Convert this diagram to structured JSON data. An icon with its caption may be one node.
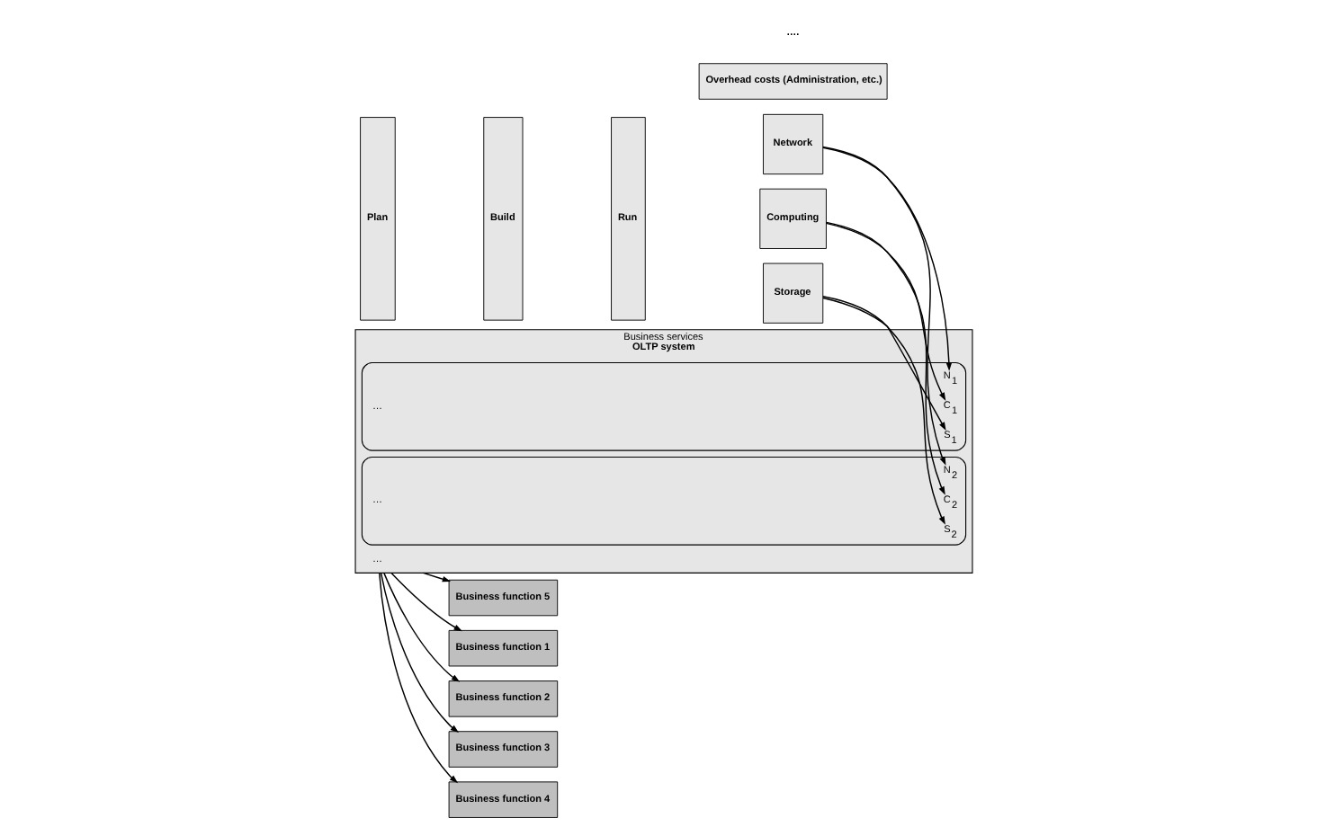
{
  "diagram": {
    "nodes": [
      {
        "text": [
          "Plan"
        ]
      },
      {
        "text": [
          "Build"
        ]
      },
      {
        "text": [
          "Run"
        ]
      },
      {
        "text": [
          "Storage"
        ]
      },
      {
        "text": [
          "Network"
        ]
      },
      {
        "text": [
          "Computing"
        ]
      },
      {
        "text": [
          "Overhead costs (Administration, etc.)"
        ]
      },
      {
        "text": [
          "Business services",
          "OLTP system"
        ]
      },
      {
        "text": [],
        "shape": "bracket",
        "in": 7
      },
      {
        "text": [
          "S$_{1}$"
        ],
        "in": 8
      },
      {
        "text": [
          "N$_{1}$"
        ],
        "in": 8
      },
      {
        "text": [
          "C$_{1}$"
        ],
        "in": 8
      },
      {
        "text": [
          "…"
        ],
        "in": 8
      },
      {
        "text": [],
        "shape": "bracket",
        "in": 7
      },
      {
        "text": [
          "S$_{2}$"
        ],
        "in": 13
      },
      {
        "text": [
          "N$_{2}$"
        ],
        "in": 13
      },
      {
        "text": [
          "C$_{2}$"
        ],
        "in": 13
      },
      {
        "text": [
          "…"
        ],
        "in": 13
      },
      {
        "text": [
          "…"
        ],
        "in": 7
      },
      {
        "text": [
          "Business function 1"
        ]
      },
      {
        "text": [
          "Business function 2"
        ]
      },
      {
        "text": [
          "Business function 3"
        ]
      },
      {
        "text": [
          "Business function 4"
        ]
      },
      {
        "text": [
          "Business function 5"
        ]
      }
    ],
    "edges": [
      {
        "from": 3,
        "to": 9,
        "arrow": "to"
      },
      {
        "from": 3,
        "to": 14,
        "arrow": "to"
      },
      {
        "from": 4,
        "to": 10,
        "arrow": "to"
      },
      {
        "from": 4,
        "to": 15,
        "arrow": "to"
      },
      {
        "from": 5,
        "to": 11,
        "arrow": "to"
      },
      {
        "from": 5,
        "to": 16,
        "arrow": "to"
      },
      {
        "from": 7,
        "to": 19,
        "arrow": "to"
      },
      {
        "from": 7,
        "to": 20,
        "arrow": "to"
      },
      {
        "from": 7,
        "to": 21,
        "arrow": "to"
      },
      {
        "from": 7,
        "to": 22,
        "arrow": "to"
      },
      {
        "from": 7,
        "to": 23,
        "arrow": "to"
      }
    ],
    "labels": [
      "…."
    ]
  }
}
